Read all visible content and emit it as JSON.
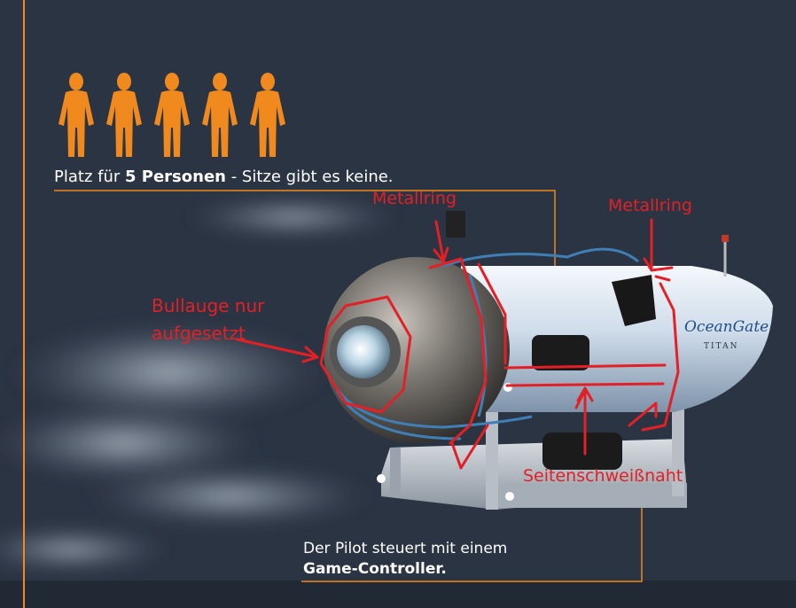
{
  "colors": {
    "background": "#2b3443",
    "accent_orange": "#f08a1f",
    "annotation_red": "#e32026",
    "text_white": "#ffffff"
  },
  "persons": {
    "count": 5,
    "icon": "person-silhouette-icon"
  },
  "capacity": {
    "prefix": "Platz für ",
    "bold": "5 Personen",
    "suffix": " - Sitze gibt es keine."
  },
  "pilot": {
    "line1": "Der Pilot steuert mit einem",
    "line2": "Game-Controller."
  },
  "annotations": {
    "metallring_left": "Metallring",
    "metallring_right": "Metallring",
    "bullauge_line1": "Bullauge nur",
    "bullauge_line2": "aufgesetzt",
    "seitenschweissnaht": "Seitenschweißnaht"
  },
  "sub_logo": {
    "brand": "OceanGate",
    "model": "TITAN"
  }
}
